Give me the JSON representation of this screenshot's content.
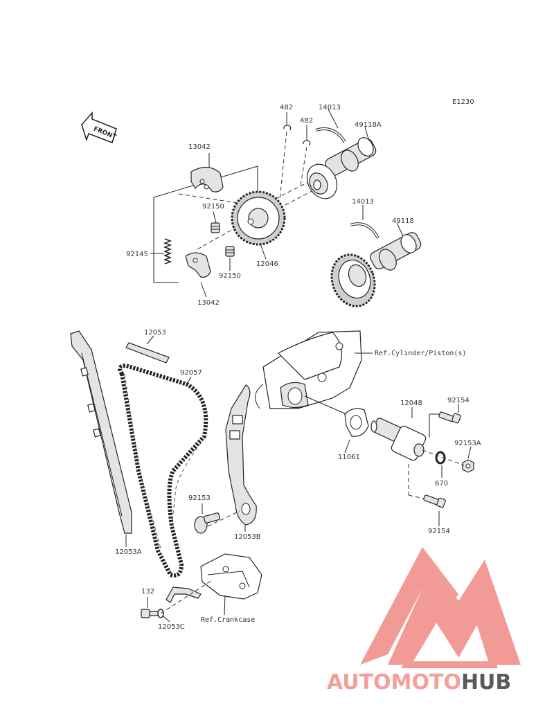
{
  "diagram_code": "E1230",
  "front_label": "FRONT",
  "parts": [
    {
      "id": "p482a",
      "number": "482"
    },
    {
      "id": "p14013a",
      "number": "14013"
    },
    {
      "id": "p482b",
      "number": "482"
    },
    {
      "id": "p49118A",
      "number": "49118A"
    },
    {
      "id": "p13042a",
      "number": "13042"
    },
    {
      "id": "p92150a",
      "number": "92150"
    },
    {
      "id": "p92145",
      "number": "92145"
    },
    {
      "id": "p92150b",
      "number": "92150"
    },
    {
      "id": "p12046",
      "number": "12046"
    },
    {
      "id": "p13042b",
      "number": "13042"
    },
    {
      "id": "p14013b",
      "number": "14013"
    },
    {
      "id": "p49118",
      "number": "49118"
    },
    {
      "id": "p12053",
      "number": "12053"
    },
    {
      "id": "p92057",
      "number": "92057"
    },
    {
      "id": "p12048",
      "number": "12048"
    },
    {
      "id": "p92154a",
      "number": "92154"
    },
    {
      "id": "p11061",
      "number": "11061"
    },
    {
      "id": "p92153A",
      "number": "92153A"
    },
    {
      "id": "p670",
      "number": "670"
    },
    {
      "id": "p92153",
      "number": "92153"
    },
    {
      "id": "p12053B",
      "number": "12053B"
    },
    {
      "id": "p92154b",
      "number": "92154"
    },
    {
      "id": "p12053A",
      "number": "12053A"
    },
    {
      "id": "p132",
      "number": "132"
    },
    {
      "id": "p12053C",
      "number": "12053C"
    }
  ],
  "references": {
    "cylinder": "Ref.Cylinder/Piston(s)",
    "crankcase": "Ref.Crankcase"
  },
  "watermark": {
    "part1": "AUTOMOTO",
    "part2": "HUB",
    "color1": "#f4a09a",
    "color2": "#5a5a5a",
    "logo_color": "#f08a84"
  }
}
